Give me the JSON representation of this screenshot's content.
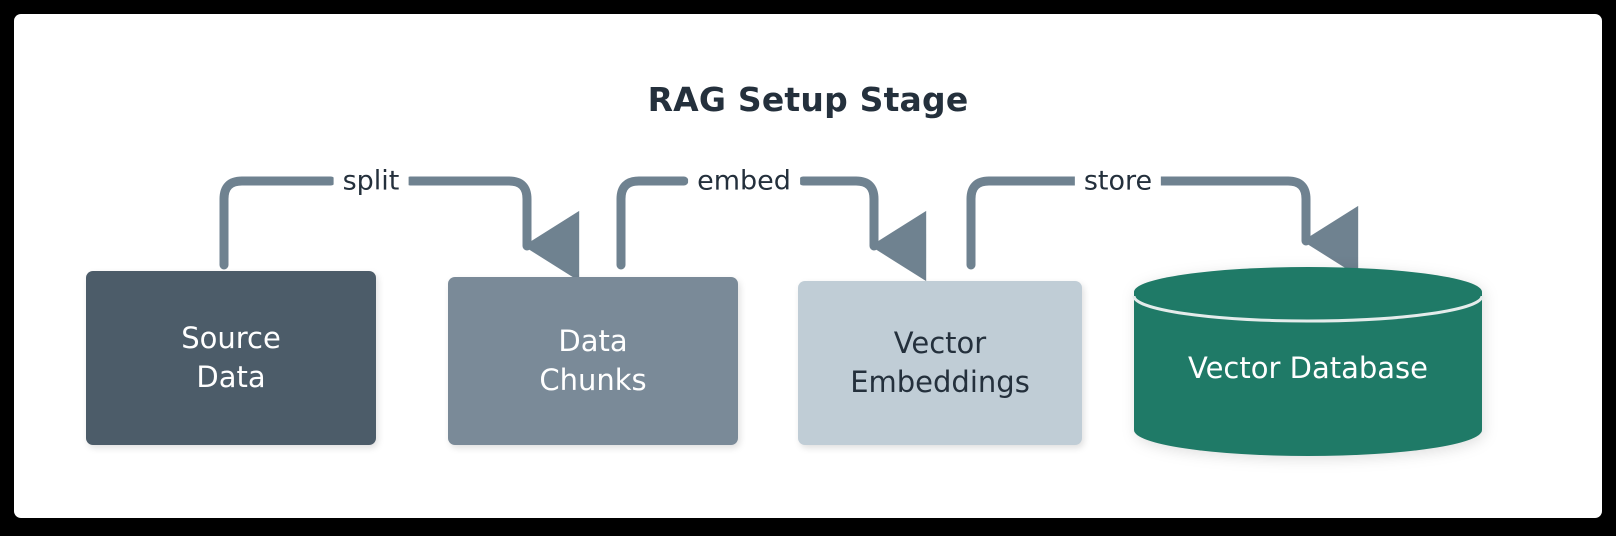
{
  "diagram": {
    "title": "RAG Setup Stage",
    "type": "flow-diagram",
    "background": "#ffffff",
    "frame_color": "#000000",
    "title_color": "#24303c",
    "edge_color": "#6f8290",
    "nodes": [
      {
        "id": "source-data",
        "shape": "rounded-rect",
        "line1": "Source",
        "line2": "Data",
        "fill": "#4c5c69",
        "text_color": "#ffffff"
      },
      {
        "id": "data-chunks",
        "shape": "rounded-rect",
        "line1": "Data",
        "line2": "Chunks",
        "fill": "#7a8a98",
        "text_color": "#ffffff"
      },
      {
        "id": "vector-embeddings",
        "shape": "rounded-rect",
        "line1": "Vector",
        "line2": "Embeddings",
        "fill": "#c0cdd6",
        "text_color": "#24303c"
      },
      {
        "id": "vector-database",
        "shape": "cylinder",
        "label": "Vector Database",
        "fill": "#1f7a67",
        "text_color": "#ffffff"
      }
    ],
    "edges": [
      {
        "id": "edge-split",
        "label": "split",
        "from": "source-data",
        "to": "data-chunks"
      },
      {
        "id": "edge-embed",
        "label": "embed",
        "from": "data-chunks",
        "to": "vector-embeddings"
      },
      {
        "id": "edge-store",
        "label": "store",
        "from": "vector-embeddings",
        "to": "vector-database"
      }
    ]
  }
}
